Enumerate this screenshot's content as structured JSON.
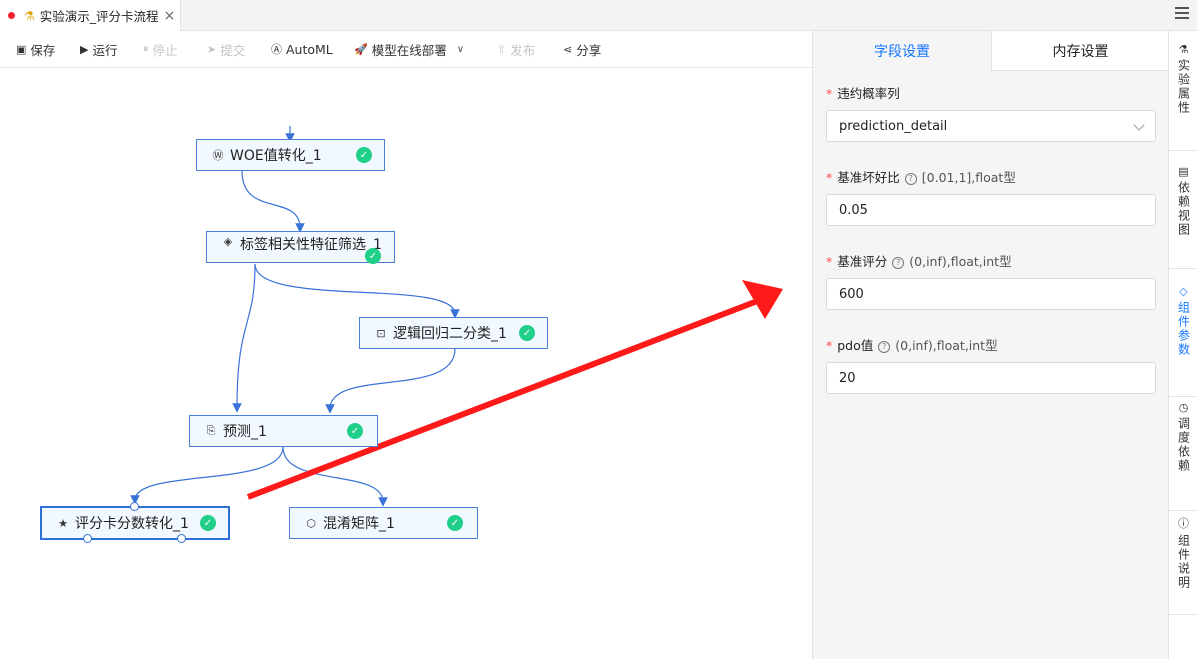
{
  "tab": {
    "title": "实验演示_评分卡流程",
    "close": "×"
  },
  "toolbar": {
    "save": "保存",
    "run": "运行",
    "stop": "停止",
    "submit": "提交",
    "automl": "AutoML",
    "deploy": "模型在线部署",
    "publish": "发布",
    "share": "分享"
  },
  "nodes": {
    "woe": "WOE值转化_1",
    "feature_select": "标签相关性特征筛选_1",
    "logistic": "逻辑回归二分类_1",
    "predict": "预测_1",
    "scorecard": "评分卡分数转化_1",
    "confusion": "混淆矩阵_1"
  },
  "panel": {
    "tabs": {
      "fields": "字段设置",
      "memory": "内存设置"
    },
    "default_label": {
      "label": "违约概率列",
      "value": "prediction_detail"
    },
    "base_odds": {
      "label": "基准坏好比",
      "hint": "[0.01,1],float型",
      "value": "0.05"
    },
    "base_score": {
      "label": "基准评分",
      "hint": "(0,inf),float,int型",
      "value": "600"
    },
    "pdo": {
      "label": "pdo值",
      "hint": "(0,inf),float,int型",
      "value": "20"
    }
  },
  "sidebar": {
    "items": [
      {
        "label": "实验属性",
        "icon": "flask-icon"
      },
      {
        "label": "依赖视图",
        "icon": "table-icon"
      },
      {
        "label": "组件参数",
        "icon": "tag-icon"
      },
      {
        "label": "调度依赖",
        "icon": "clock-icon"
      },
      {
        "label": "组件说明",
        "icon": "info-icon"
      }
    ]
  },
  "colors": {
    "accent": "#1677ff",
    "success": "#1fcf8a",
    "annotation_arrow": "#ff1a1a"
  }
}
